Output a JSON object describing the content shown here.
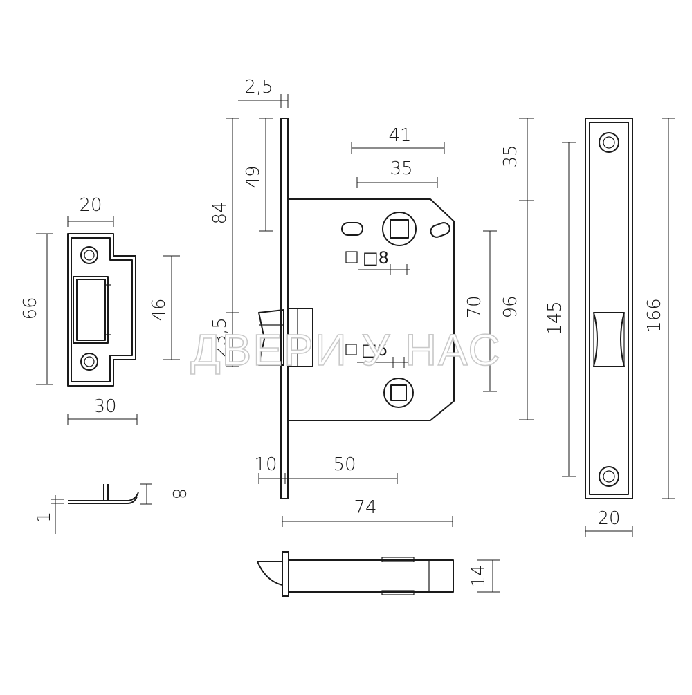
{
  "watermark": "ДВЕРИ У НАС",
  "strike_plate": {
    "width_top": "20",
    "height": "66",
    "width_bottom": "30",
    "opening_height": "46"
  },
  "strike_side": {
    "thickness": "1",
    "lip": "8"
  },
  "lock_body": {
    "faceplate_thickness": "2,5",
    "to_handle": "84",
    "to_top": "49",
    "latch_offset": "23,5",
    "spindle_41": "41",
    "spindle_35": "35",
    "square_8": "□8",
    "square_6": "□6",
    "center_distance": "70",
    "backset": "50",
    "faceplate_offset": "10",
    "depth": "74"
  },
  "latch_top": {
    "width": "14"
  },
  "faceplate": {
    "top_offset": "35",
    "mid": "96",
    "holes": "145",
    "length": "166",
    "width": "20"
  }
}
